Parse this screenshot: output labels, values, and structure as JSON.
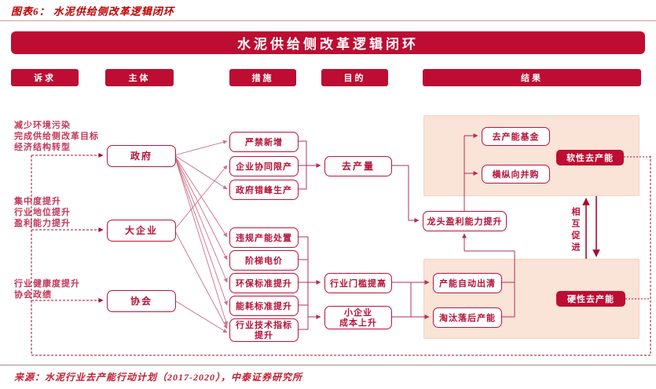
{
  "header": {
    "figure_title": "图表6： 水泥供给侧改革逻辑闭环",
    "banner_title": "水泥供给侧改革逻辑闭环"
  },
  "columns": {
    "demand": "诉求",
    "subject": "主体",
    "measure": "措施",
    "purpose": "目的",
    "result": "结果"
  },
  "demands": {
    "gov": "减少环境污染\n完成供给侧改革目标\n经济结构转型",
    "bigco": "集中度提升\n行业地位提升\n盈利能力提升",
    "assoc": "行业健康度提升\n协会政绩"
  },
  "subjects": {
    "gov": "政府",
    "bigco": "大企业",
    "assoc": "协会"
  },
  "measures": {
    "ban_new": "严禁新增",
    "coord_limit": "企业协同限产",
    "peak_shift": "政府错峰生产",
    "illegal_capacity": "违规产能处置",
    "tiered_power": "阶梯电价",
    "env_std": "环保标准提升",
    "energy_std": "能耗标准提升",
    "tech_std": "行业技术指标\n提升"
  },
  "purposes": {
    "cut_output": "去产量",
    "threshold_up": "行业门槛提高",
    "small_cost_up": "小企业\n成本上升"
  },
  "results": {
    "fund": "去产能基金",
    "mna": "横纵向并购",
    "soft": "软性去产能",
    "leader_profit": "龙头盈利能力提升",
    "auto_clear": "产能自动出清",
    "eliminate": "淘汰落后产能",
    "hard": "硬性去产能",
    "mutual": "相互促进"
  },
  "footer": {
    "source": "来源：水泥行业去产能行动计划（2017-2020），中泰证券研究所"
  },
  "colors": {
    "brand_red": "#bd0d32",
    "box_border": "#c0123a",
    "box_text": "#b5123a",
    "panel_bg": "#fae3d7",
    "fan_line": "#c97089",
    "main_line": "#b03057",
    "loop_line": "#a50d2d"
  }
}
